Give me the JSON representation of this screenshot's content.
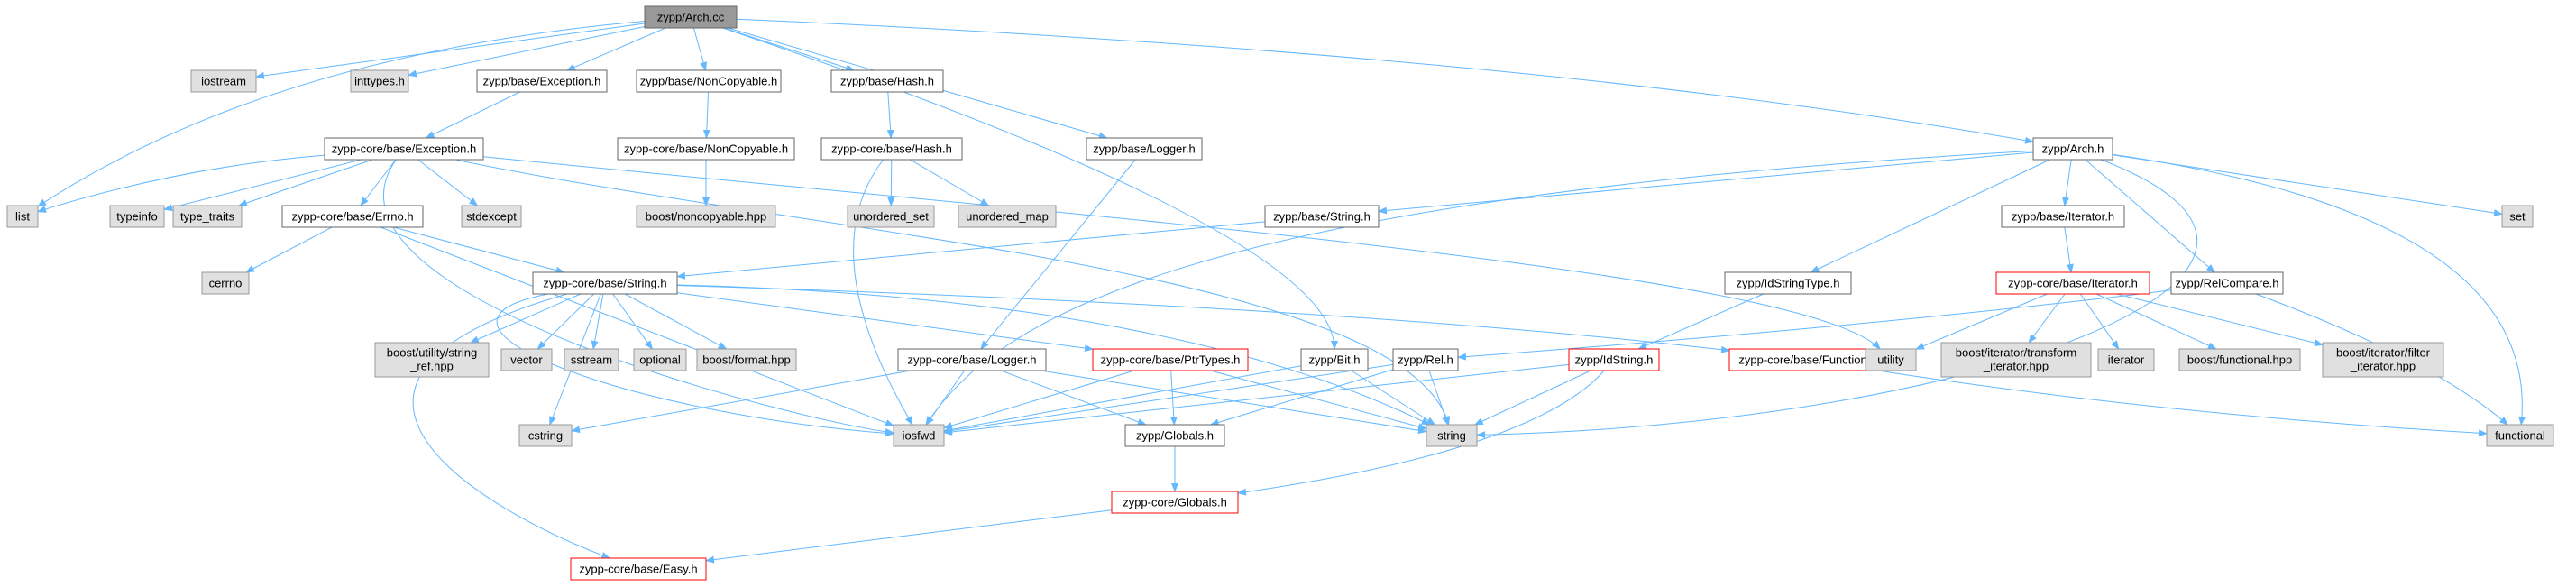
{
  "diagram": {
    "colors": {
      "edge": "#63b8ff",
      "root_fill": "#999999",
      "root_border": "#666666",
      "header_fill": "#ffffff",
      "header_border": "#666666",
      "system_fill": "#e0e0e0",
      "system_border": "#999999",
      "truncated_border": "#ff0000"
    },
    "nodes": [
      {
        "id": "arch_cc",
        "label": "zypp/Arch.cc",
        "kind": "root"
      },
      {
        "id": "iostream",
        "label": "iostream",
        "kind": "system"
      },
      {
        "id": "inttypes",
        "label": "inttypes.h",
        "kind": "system"
      },
      {
        "id": "list",
        "label": "list",
        "kind": "system"
      },
      {
        "id": "zb_exception",
        "label": "zypp/base/Exception.h",
        "kind": "header"
      },
      {
        "id": "zb_noncopyable",
        "label": "zypp/base/NonCopyable.h",
        "kind": "header"
      },
      {
        "id": "zb_hash",
        "label": "zypp/base/Hash.h",
        "kind": "header"
      },
      {
        "id": "zb_logger",
        "label": "zypp/base/Logger.h",
        "kind": "header"
      },
      {
        "id": "zypp_arch_h",
        "label": "zypp/Arch.h",
        "kind": "header"
      },
      {
        "id": "zcb_exception",
        "label": "zypp-core/base/Exception.h",
        "kind": "header"
      },
      {
        "id": "zcb_noncopyable",
        "label": "zypp-core/base/NonCopyable.h",
        "kind": "header"
      },
      {
        "id": "zcb_hash",
        "label": "zypp-core/base/Hash.h",
        "kind": "header"
      },
      {
        "id": "boost_noncopyable",
        "label": "boost/noncopyable.hpp",
        "kind": "system"
      },
      {
        "id": "typeinfo",
        "label": "typeinfo",
        "kind": "system"
      },
      {
        "id": "type_traits",
        "label": "type_traits",
        "kind": "system"
      },
      {
        "id": "zcb_errno",
        "label": "zypp-core/base/Errno.h",
        "kind": "header"
      },
      {
        "id": "stdexcept",
        "label": "stdexcept",
        "kind": "system"
      },
      {
        "id": "unordered_set",
        "label": "unordered_set",
        "kind": "system"
      },
      {
        "id": "unordered_map",
        "label": "unordered_map",
        "kind": "system"
      },
      {
        "id": "zb_string",
        "label": "zypp/base/String.h",
        "kind": "header"
      },
      {
        "id": "zb_iterator",
        "label": "zypp/base/Iterator.h",
        "kind": "header"
      },
      {
        "id": "set",
        "label": "set",
        "kind": "system"
      },
      {
        "id": "cerrno",
        "label": "cerrno",
        "kind": "system"
      },
      {
        "id": "zcb_string",
        "label": "zypp-core/base/String.h",
        "kind": "header"
      },
      {
        "id": "zypp_idstringtype",
        "label": "zypp/IdStringType.h",
        "kind": "header"
      },
      {
        "id": "zcb_iterator",
        "label": "zypp-core/base/Iterator.h",
        "kind": "truncated"
      },
      {
        "id": "zypp_relcompare",
        "label": "zypp/RelCompare.h",
        "kind": "header"
      },
      {
        "id": "boost_string_ref",
        "label": "boost/utility/string\n_ref.hpp",
        "kind": "system"
      },
      {
        "id": "vector",
        "label": "vector",
        "kind": "system"
      },
      {
        "id": "sstream",
        "label": "sstream",
        "kind": "system"
      },
      {
        "id": "optional",
        "label": "optional",
        "kind": "system"
      },
      {
        "id": "boost_format",
        "label": "boost/format.hpp",
        "kind": "system"
      },
      {
        "id": "zcb_logger",
        "label": "zypp-core/base/Logger.h",
        "kind": "header"
      },
      {
        "id": "zcb_ptrtypes",
        "label": "zypp-core/base/PtrTypes.h",
        "kind": "truncated"
      },
      {
        "id": "zypp_bit",
        "label": "zypp/Bit.h",
        "kind": "header"
      },
      {
        "id": "zypp_rel",
        "label": "zypp/Rel.h",
        "kind": "header"
      },
      {
        "id": "zypp_idstring",
        "label": "zypp/IdString.h",
        "kind": "truncated"
      },
      {
        "id": "zcb_function",
        "label": "zypp-core/base/Function.h",
        "kind": "truncated"
      },
      {
        "id": "utility",
        "label": "utility",
        "kind": "system"
      },
      {
        "id": "boost_transform_iter",
        "label": "boost/iterator/transform\n_iterator.hpp",
        "kind": "system"
      },
      {
        "id": "iterator",
        "label": "iterator",
        "kind": "system"
      },
      {
        "id": "boost_functional",
        "label": "boost/functional.hpp",
        "kind": "system"
      },
      {
        "id": "boost_filter_iter",
        "label": "boost/iterator/filter\n_iterator.hpp",
        "kind": "system"
      },
      {
        "id": "cstring",
        "label": "cstring",
        "kind": "system"
      },
      {
        "id": "iosfwd",
        "label": "iosfwd",
        "kind": "system"
      },
      {
        "id": "zypp_globals",
        "label": "zypp/Globals.h",
        "kind": "header"
      },
      {
        "id": "string",
        "label": "string",
        "kind": "system"
      },
      {
        "id": "functional",
        "label": "functional",
        "kind": "system"
      },
      {
        "id": "zc_globals",
        "label": "zypp-core/Globals.h",
        "kind": "truncated"
      },
      {
        "id": "zcb_easy",
        "label": "zypp-core/base/Easy.h",
        "kind": "truncated"
      }
    ],
    "edges": [
      [
        "arch_cc",
        "iostream"
      ],
      [
        "arch_cc",
        "inttypes"
      ],
      [
        "arch_cc",
        "list"
      ],
      [
        "arch_cc",
        "zb_exception"
      ],
      [
        "arch_cc",
        "zb_noncopyable"
      ],
      [
        "arch_cc",
        "zb_hash"
      ],
      [
        "arch_cc",
        "zb_logger"
      ],
      [
        "arch_cc",
        "zypp_arch_h"
      ],
      [
        "arch_cc",
        "zypp_bit"
      ],
      [
        "zb_exception",
        "zcb_exception"
      ],
      [
        "zb_noncopyable",
        "zcb_noncopyable"
      ],
      [
        "zb_hash",
        "zcb_hash"
      ],
      [
        "zb_logger",
        "zcb_logger"
      ],
      [
        "zcb_noncopyable",
        "boost_noncopyable"
      ],
      [
        "zcb_exception",
        "list"
      ],
      [
        "zcb_exception",
        "typeinfo"
      ],
      [
        "zcb_exception",
        "type_traits"
      ],
      [
        "zcb_exception",
        "zcb_errno"
      ],
      [
        "zcb_exception",
        "stdexcept"
      ],
      [
        "zcb_exception",
        "iosfwd"
      ],
      [
        "zcb_exception",
        "string"
      ],
      [
        "zcb_exception",
        "utility"
      ],
      [
        "zcb_hash",
        "unordered_set"
      ],
      [
        "zcb_hash",
        "unordered_map"
      ],
      [
        "zcb_hash",
        "iosfwd"
      ],
      [
        "zcb_errno",
        "cerrno"
      ],
      [
        "zcb_errno",
        "zcb_string"
      ],
      [
        "zcb_errno",
        "iosfwd"
      ],
      [
        "zb_string",
        "zcb_string"
      ],
      [
        "zcb_string",
        "boost_string_ref"
      ],
      [
        "zcb_string",
        "vector"
      ],
      [
        "zcb_string",
        "sstream"
      ],
      [
        "zcb_string",
        "optional"
      ],
      [
        "zcb_string",
        "boost_format"
      ],
      [
        "zcb_string",
        "zcb_ptrtypes"
      ],
      [
        "zcb_string",
        "zcb_function"
      ],
      [
        "zcb_string",
        "string"
      ],
      [
        "zcb_string",
        "iosfwd"
      ],
      [
        "zcb_string",
        "cstring"
      ],
      [
        "zcb_string",
        "zcb_easy"
      ],
      [
        "zypp_arch_h",
        "zb_string"
      ],
      [
        "zypp_arch_h",
        "zb_iterator"
      ],
      [
        "zypp_arch_h",
        "set"
      ],
      [
        "zypp_arch_h",
        "zypp_idstringtype"
      ],
      [
        "zypp_arch_h",
        "zypp_relcompare"
      ],
      [
        "zypp_arch_h",
        "iosfwd"
      ],
      [
        "zypp_arch_h",
        "string"
      ],
      [
        "zypp_arch_h",
        "functional"
      ],
      [
        "zb_iterator",
        "zcb_iterator"
      ],
      [
        "zcb_iterator",
        "utility"
      ],
      [
        "zcb_iterator",
        "boost_transform_iter"
      ],
      [
        "zcb_iterator",
        "iterator"
      ],
      [
        "zcb_iterator",
        "boost_functional"
      ],
      [
        "zcb_iterator",
        "boost_filter_iter"
      ],
      [
        "zypp_idstringtype",
        "zypp_idstring"
      ],
      [
        "zypp_relcompare",
        "zypp_rel"
      ],
      [
        "zypp_relcompare",
        "functional"
      ],
      [
        "zcb_logger",
        "cstring"
      ],
      [
        "zcb_logger",
        "iosfwd"
      ],
      [
        "zcb_logger",
        "zypp_globals"
      ],
      [
        "zcb_logger",
        "string"
      ],
      [
        "zcb_ptrtypes",
        "iosfwd"
      ],
      [
        "zcb_ptrtypes",
        "string"
      ],
      [
        "zcb_ptrtypes",
        "zypp_globals"
      ],
      [
        "zypp_bit",
        "iosfwd"
      ],
      [
        "zypp_bit",
        "string"
      ],
      [
        "zypp_rel",
        "iosfwd"
      ],
      [
        "zypp_rel",
        "string"
      ],
      [
        "zypp_rel",
        "zypp_globals"
      ],
      [
        "zypp_idstring",
        "iosfwd"
      ],
      [
        "zypp_idstring",
        "string"
      ],
      [
        "zypp_idstring",
        "zc_globals"
      ],
      [
        "zcb_function",
        "functional"
      ],
      [
        "zypp_globals",
        "zc_globals"
      ],
      [
        "zc_globals",
        "zcb_easy"
      ]
    ]
  }
}
